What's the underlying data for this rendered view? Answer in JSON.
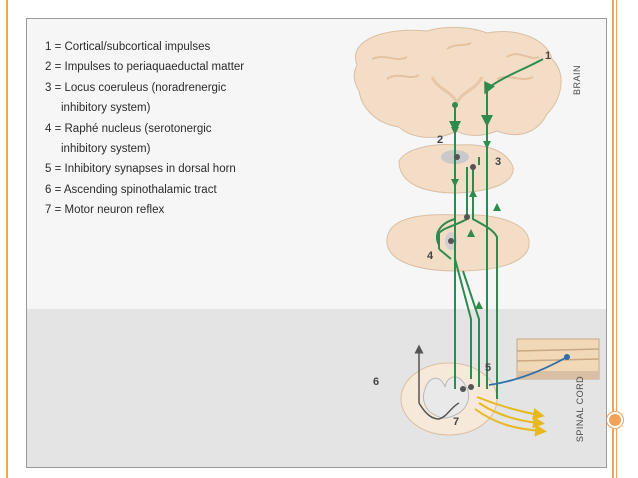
{
  "legend": [
    {
      "line1": "1 = Cortical/subcortical impulses"
    },
    {
      "line1": "2 = Impulses to periaquaeductal matter"
    },
    {
      "line1": "3 = Locus coeruleus (noradrenergic",
      "line2": "inhibitory system)"
    },
    {
      "line1": "4 = Raphé nucleus (serotonergic",
      "line2": "inhibitory system)"
    },
    {
      "line1": "5 = Inhibitory synapses in dorsal horn"
    },
    {
      "line1": "6 = Ascending spinothalamic tract"
    },
    {
      "line1": "7 = Motor neuron reflex"
    }
  ],
  "labels": {
    "brain": "BRAIN",
    "spinal_cord": "SPINAL CORD"
  },
  "markers": [
    "1",
    "2",
    "3",
    "4",
    "5",
    "6",
    "7"
  ],
  "colors": {
    "pathway_green": "#2e8b4e",
    "sensory_blue": "#2f6fa8",
    "motor_yellow": "#e8b820",
    "tissue": "#f3dcc4",
    "slide_accent": "#f2a25a"
  }
}
